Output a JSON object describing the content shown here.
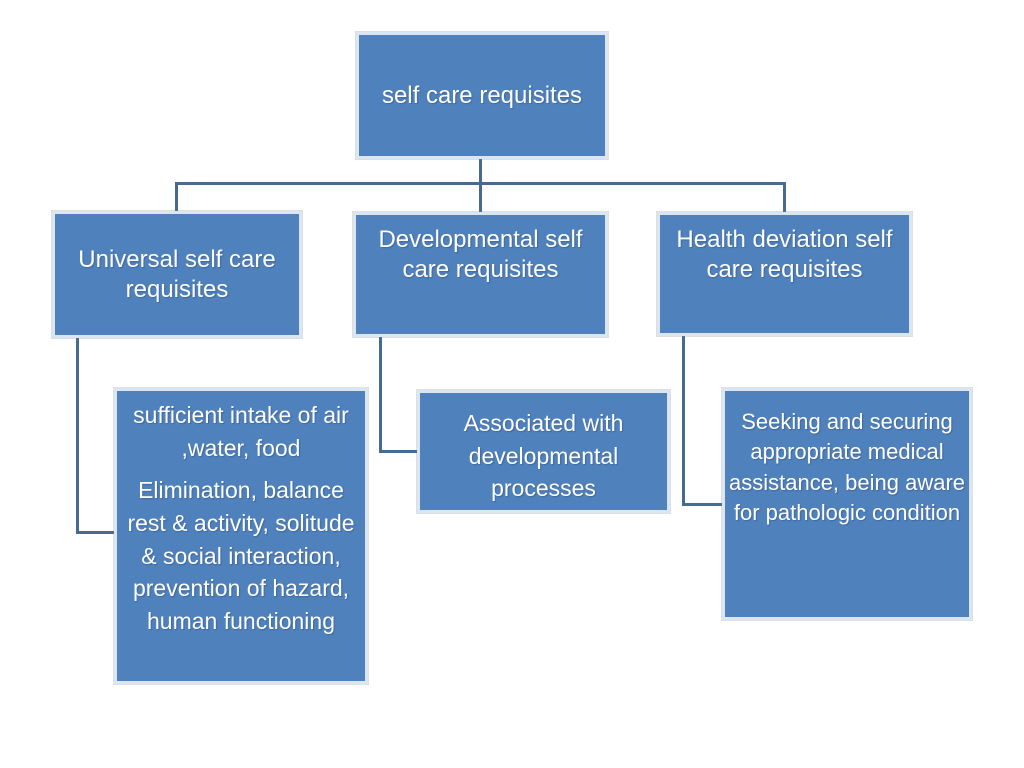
{
  "diagram": {
    "title_hint": "self care requisites hierarchy",
    "root": {
      "label": "self care requisites"
    },
    "level1": [
      {
        "label": "Universal self care requisites"
      },
      {
        "label": "Developmental self care requisites"
      },
      {
        "label": "Health deviation self care requisites"
      }
    ],
    "level2": [
      {
        "paragraphs": [
          "sufficient intake of air ,water, food",
          "Elimination, balance rest & activity, solitude & social interaction, prevention of hazard, human functioning"
        ]
      },
      {
        "paragraphs": [
          "Associated with developmental processes"
        ]
      },
      {
        "paragraphs": [
          "Seeking and securing appropriate medical assistance, being aware for pathologic condition"
        ]
      }
    ],
    "colors": {
      "box_fill": "#4f81bd",
      "box_border": "#dce6f2",
      "connector": "#466b92",
      "text": "#ffffff",
      "background": "#ffffff"
    }
  }
}
